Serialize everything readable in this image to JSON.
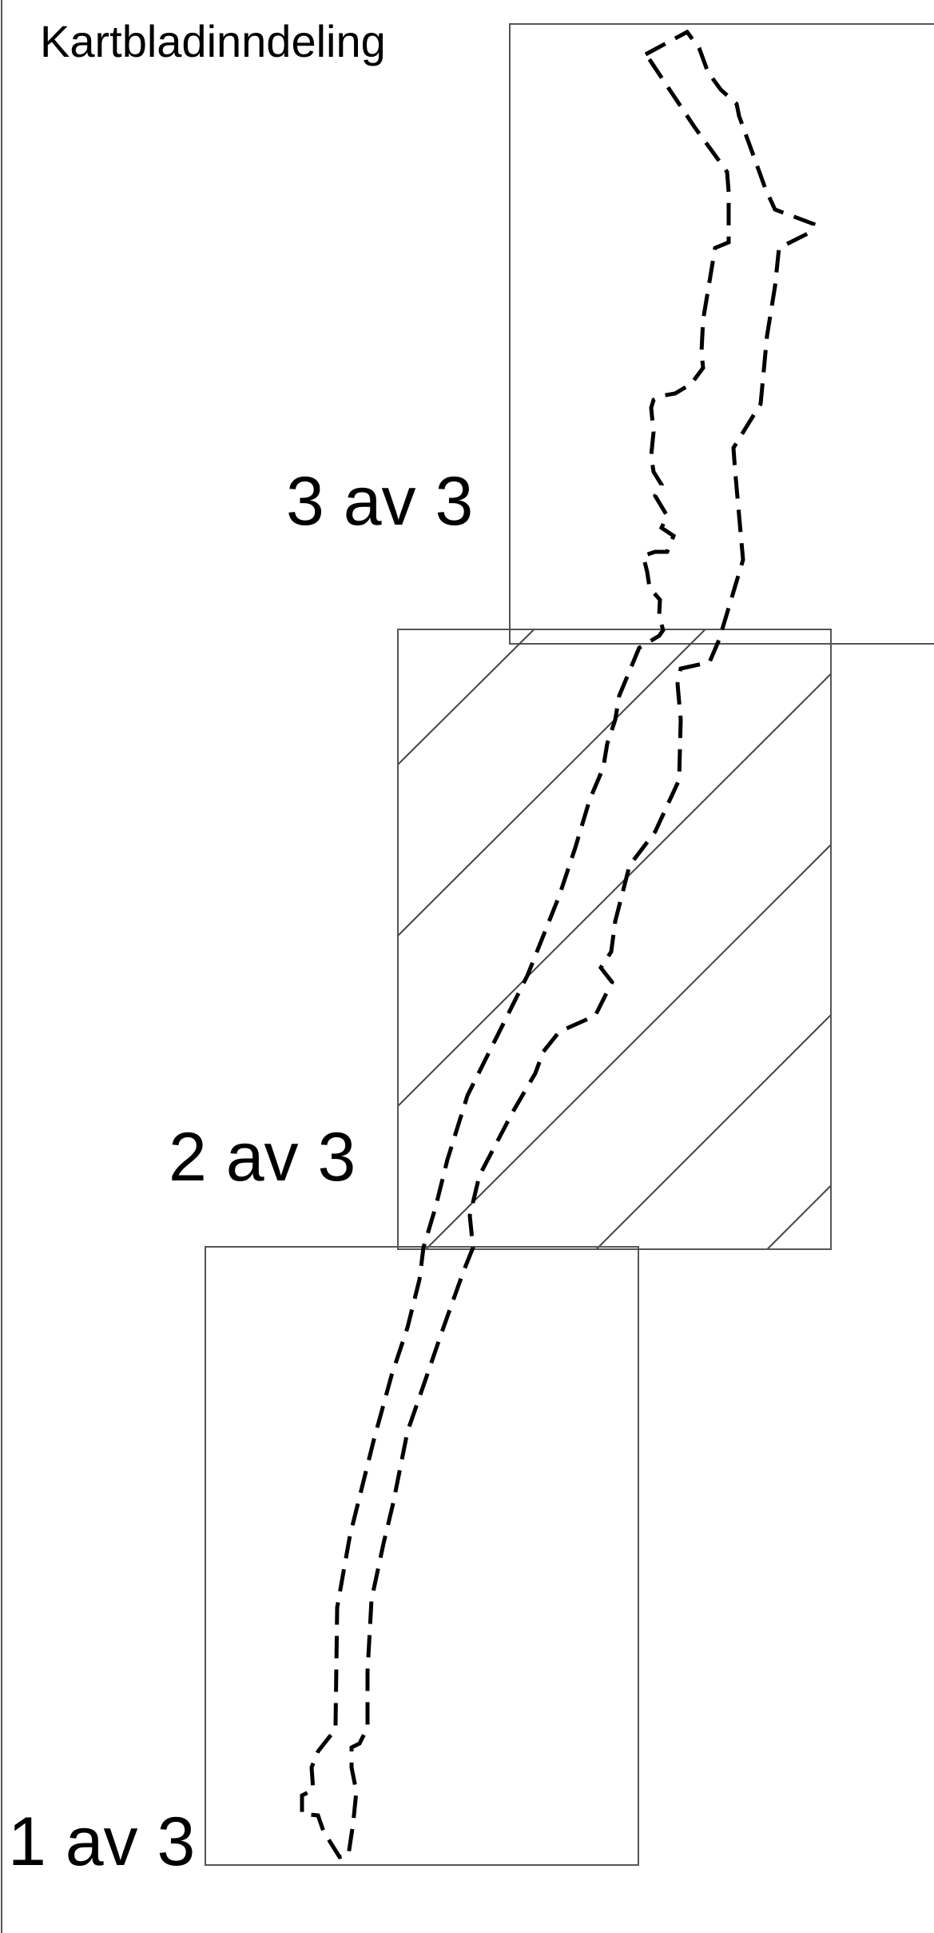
{
  "title": "Kartbladinndeling",
  "sheets": [
    {
      "id": "sheet-1",
      "label": "1 av 3",
      "highlighted": false
    },
    {
      "id": "sheet-2",
      "label": "2 av 3",
      "highlighted": true
    },
    {
      "id": "sheet-3",
      "label": "3 av 3",
      "highlighted": false
    }
  ],
  "colors": {
    "background": "#ffffff",
    "frame": "#555555",
    "hatch": "#444444",
    "outline": "#000000",
    "text": "#000000"
  },
  "icons": {
    "route": "dashed-river-outline-icon",
    "hatch": "diagonal-hatch-pattern"
  }
}
